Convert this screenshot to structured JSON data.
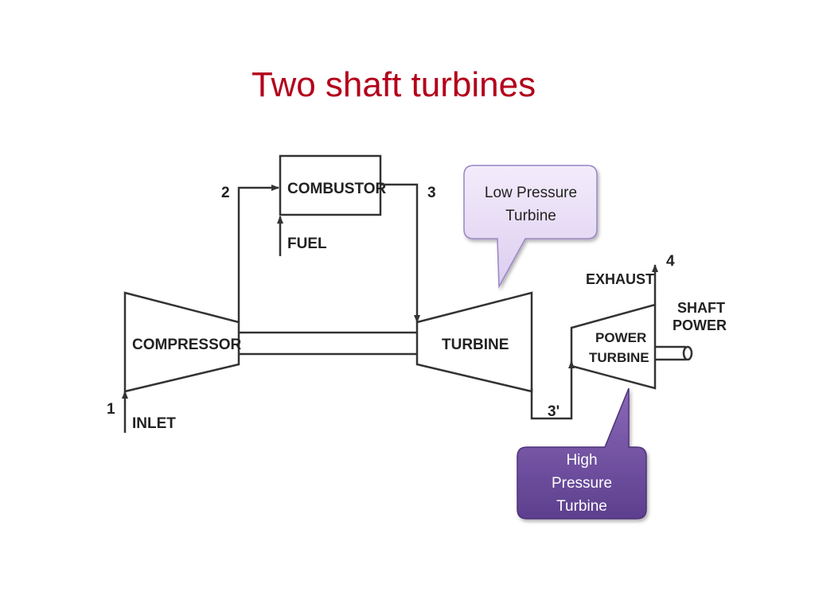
{
  "slide": {
    "title": "Two shaft turbines"
  },
  "diagram": {
    "components": {
      "combustor": "COMBUSTOR",
      "compressor": "COMPRESSOR",
      "turbine": "TURBINE",
      "power_turbine_line1": "POWER",
      "power_turbine_line2": "TURBINE"
    },
    "flow_labels": {
      "fuel": "FUEL",
      "inlet": "INLET",
      "exhaust": "EXHAUST",
      "shaft_power_line1": "SHAFT",
      "shaft_power_line2": "POWER"
    },
    "station_numbers": {
      "s1": "1",
      "s2": "2",
      "s3": "3",
      "s3_prime": "3'",
      "s4": "4"
    },
    "callouts": {
      "low_pressure": {
        "line1": "Low Pressure",
        "line2": "Turbine",
        "fill": "#e8dcf5",
        "stroke": "#9a86c4"
      },
      "high_pressure": {
        "line1": "High",
        "line2": "Pressure",
        "line3": "Turbine",
        "fill": "#6a4a9c",
        "text_color": "#ffffff"
      }
    },
    "colors": {
      "title": "#b3001b",
      "line": "#333333"
    }
  }
}
